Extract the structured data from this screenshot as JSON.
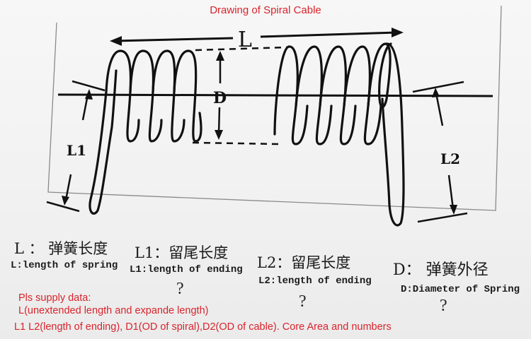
{
  "title": "Drawing of Spiral Cable",
  "drawing": {
    "label_L": "L",
    "label_D": "D",
    "label_L1": "L1",
    "label_L2": "L2",
    "line_color": "#111111",
    "frame_color": "#8a8a8a"
  },
  "legend": [
    {
      "key": "L",
      "cn": "L ： 弹簧长度",
      "en": "L:length of spring",
      "value": ""
    },
    {
      "key": "L1",
      "cn": "L1：留尾长度",
      "en": "L1:length of ending",
      "value": "?"
    },
    {
      "key": "L2",
      "cn": "L2：留尾长度",
      "en": "L2:length of ending",
      "value": "?"
    },
    {
      "key": "D",
      "cn": "D：  弹簧外径",
      "en": "D:Diameter of Spring",
      "value": "?"
    }
  ],
  "note": {
    "line1": "Pls supply data:",
    "line2": "L(unextended length and expande length)",
    "line3": "L1 L2(length of ending), D1(OD of spiral),D2(OD of cable). Core Area and numbers",
    "color": "#d8242c"
  }
}
